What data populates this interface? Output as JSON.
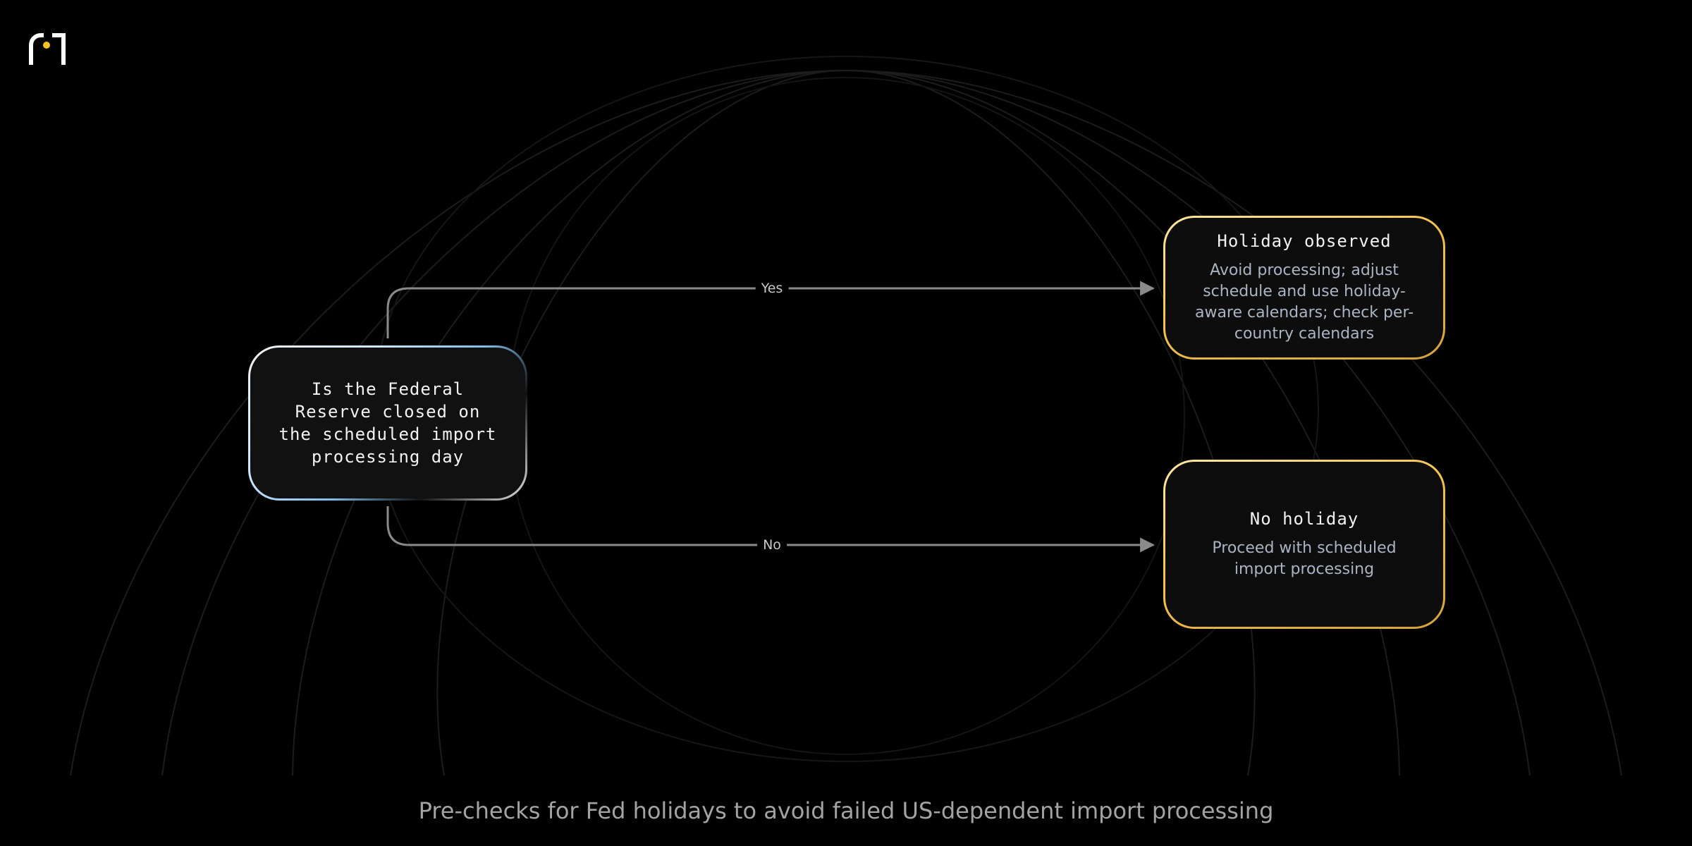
{
  "decision": {
    "question": "Is the Federal\nReserve closed on\nthe scheduled import\nprocessing day"
  },
  "edges": {
    "yes_label": "Yes",
    "no_label": "No"
  },
  "outcomes": {
    "yes": {
      "title": "Holiday observed",
      "description": "Avoid processing; adjust schedule and use holiday-aware calendars; check per-country calendars"
    },
    "no": {
      "title": "No holiday",
      "description": "Proceed with scheduled import processing"
    }
  },
  "caption": "Pre-checks for Fed holidays to avoid failed US-dependent import processing",
  "colors": {
    "background": "#000000",
    "connector": "#8a8a8a",
    "outcome_border": "#f3c24d",
    "decision_accent": "#7fbde8",
    "logo_accent": "#f5c518"
  },
  "icons": {
    "logo": "brand-logo-icon"
  }
}
